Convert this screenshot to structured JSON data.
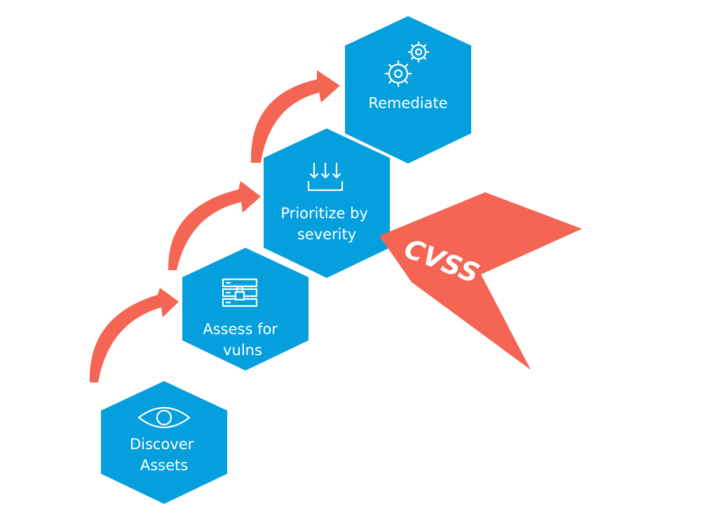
{
  "colors": {
    "hex": "#049fdc",
    "arrow": "#f46553",
    "badge": "#f46553",
    "text": "#ffffff"
  },
  "steps": [
    {
      "id": "discover",
      "icon": "eye-icon",
      "lines": [
        "Discover",
        "Assets"
      ]
    },
    {
      "id": "assess",
      "icon": "server-lock-icon",
      "lines": [
        "Assess for",
        "vulns"
      ]
    },
    {
      "id": "prioritize",
      "icon": "sort-down-icon",
      "lines": [
        "Prioritize by",
        "severity"
      ]
    },
    {
      "id": "remediate",
      "icon": "gears-icon",
      "lines": [
        "Remediate"
      ]
    }
  ],
  "badge": {
    "label": "CVSS"
  }
}
